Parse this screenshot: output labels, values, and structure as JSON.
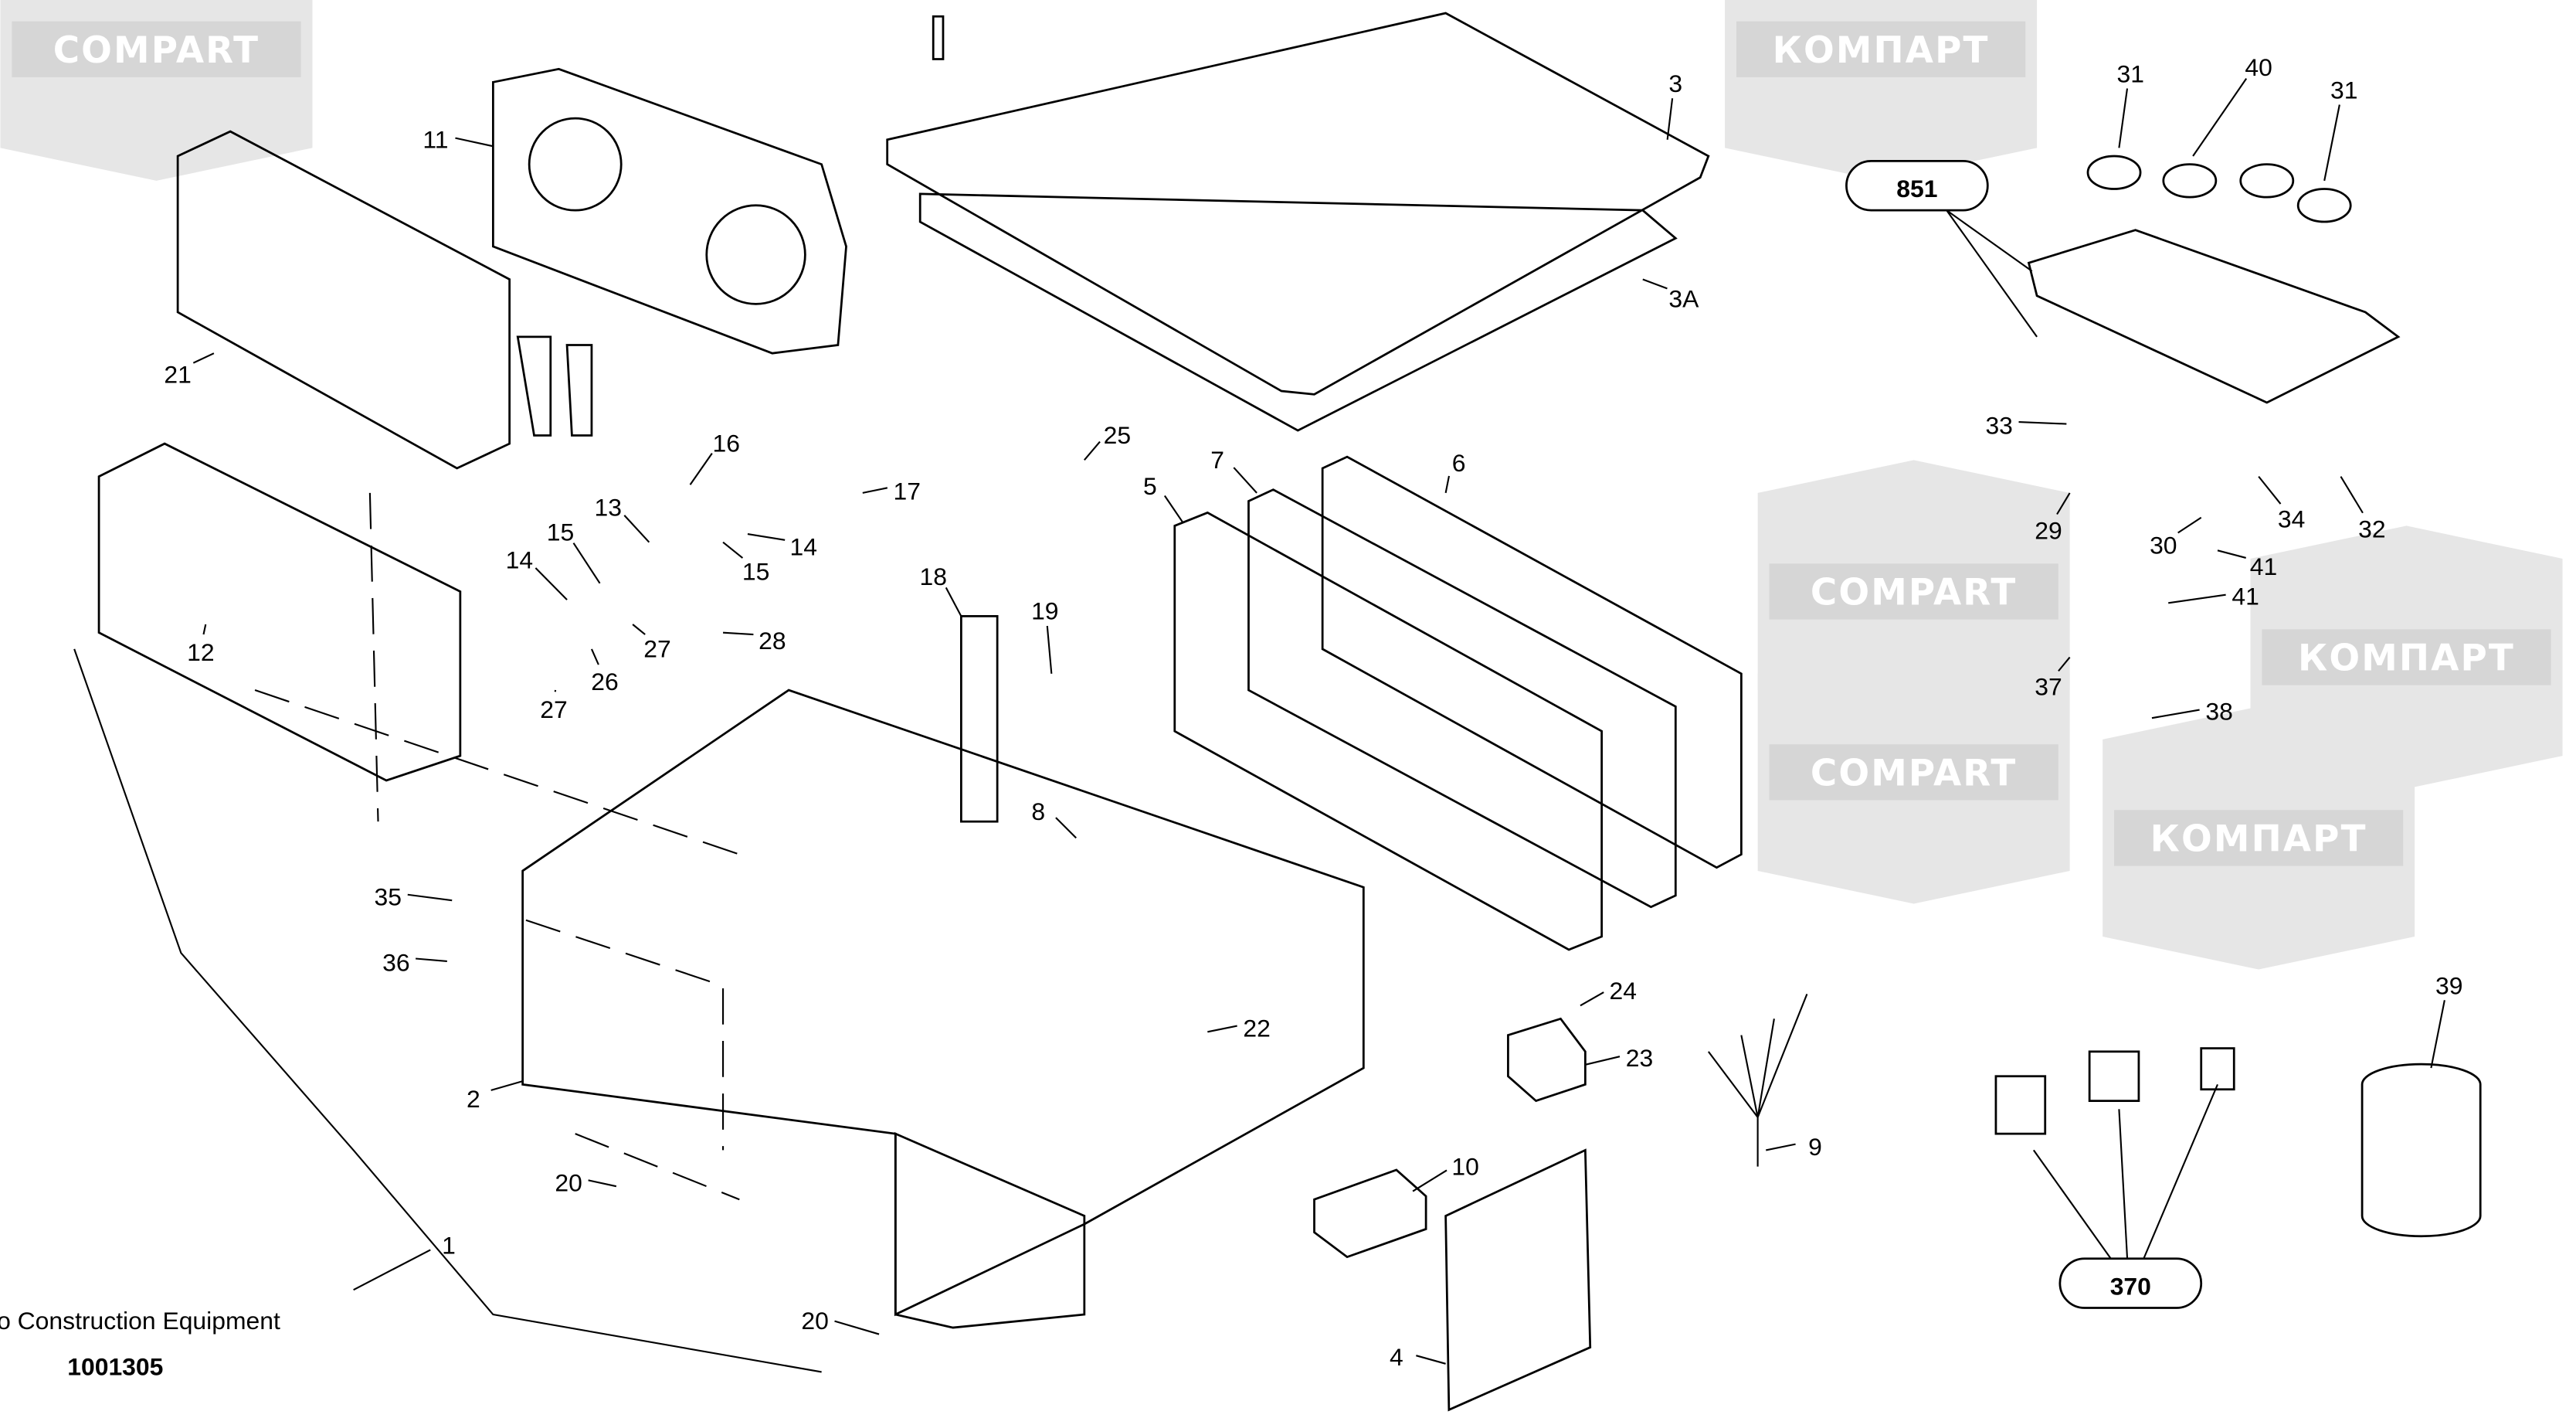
{
  "diagram": {
    "publisher": "Volvo Construction Equipment",
    "drawing_number": "1001305",
    "watermarks": [
      "COMPART",
      "КОМПАРТ"
    ],
    "group_callouts": [
      "851",
      "370"
    ],
    "part_labels": [
      "11",
      "3",
      "3A",
      "21",
      "16",
      "17",
      "25",
      "7",
      "6",
      "5",
      "13",
      "15",
      "14",
      "14",
      "15",
      "28",
      "27",
      "26",
      "27",
      "12",
      "18",
      "19",
      "8",
      "35",
      "36",
      "22",
      "24",
      "23",
      "2",
      "9",
      "10",
      "20",
      "1",
      "20",
      "4",
      "31",
      "40",
      "31",
      "33",
      "29",
      "30",
      "34",
      "32",
      "41",
      "41",
      "37",
      "38",
      "39"
    ],
    "colors": {
      "watermark": "#e6e6e6",
      "line": "#000000",
      "background": "#ffffff"
    }
  }
}
